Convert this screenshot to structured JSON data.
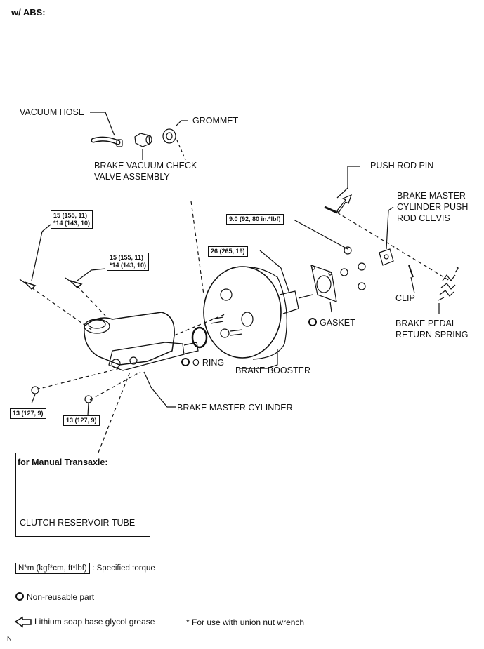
{
  "header": {
    "title": "w/ ABS:"
  },
  "parts": {
    "vacuum_hose": "VACUUM HOSE",
    "grommet": "GROMMET",
    "check_valve_1": "BRAKE VACUUM CHECK",
    "check_valve_2": "VALVE ASSEMBLY",
    "push_rod_pin": "PUSH ROD PIN",
    "clevis_1": "BRAKE MASTER",
    "clevis_2": "CYLINDER PUSH",
    "clevis_3": "ROD CLEVIS",
    "clip": "CLIP",
    "spring_1": "BRAKE PEDAL",
    "spring_2": "RETURN SPRING",
    "gasket": "GASKET",
    "o_ring": "O-RING",
    "booster": "BRAKE BOOSTER",
    "master_cylinder": "BRAKE MASTER CYLINDER"
  },
  "torques": {
    "t1_line1": "15 (155, 11)",
    "t1_line2": "*14 (143, 10)",
    "t2_line1": "15 (155, 11)",
    "t2_line2": "*14 (143, 10)",
    "t3": "9.0 (92, 80 in.*lbf)",
    "t4": "26 (265, 19)",
    "t5": "13 (127, 9)",
    "t6": "13 (127, 9)"
  },
  "inset": {
    "title": "for Manual Transaxle:",
    "label": "CLUTCH RESERVOIR TUBE"
  },
  "legend": {
    "torque_unit": "N*m (kgf*cm, ft*lbf)",
    "torque_desc": ": Specified torque",
    "nonreusable": "Non-reusable part",
    "grease": "Lithium soap base glycol grease",
    "union_note": "* For use with union nut wrench"
  },
  "footer": {
    "code": "N"
  }
}
